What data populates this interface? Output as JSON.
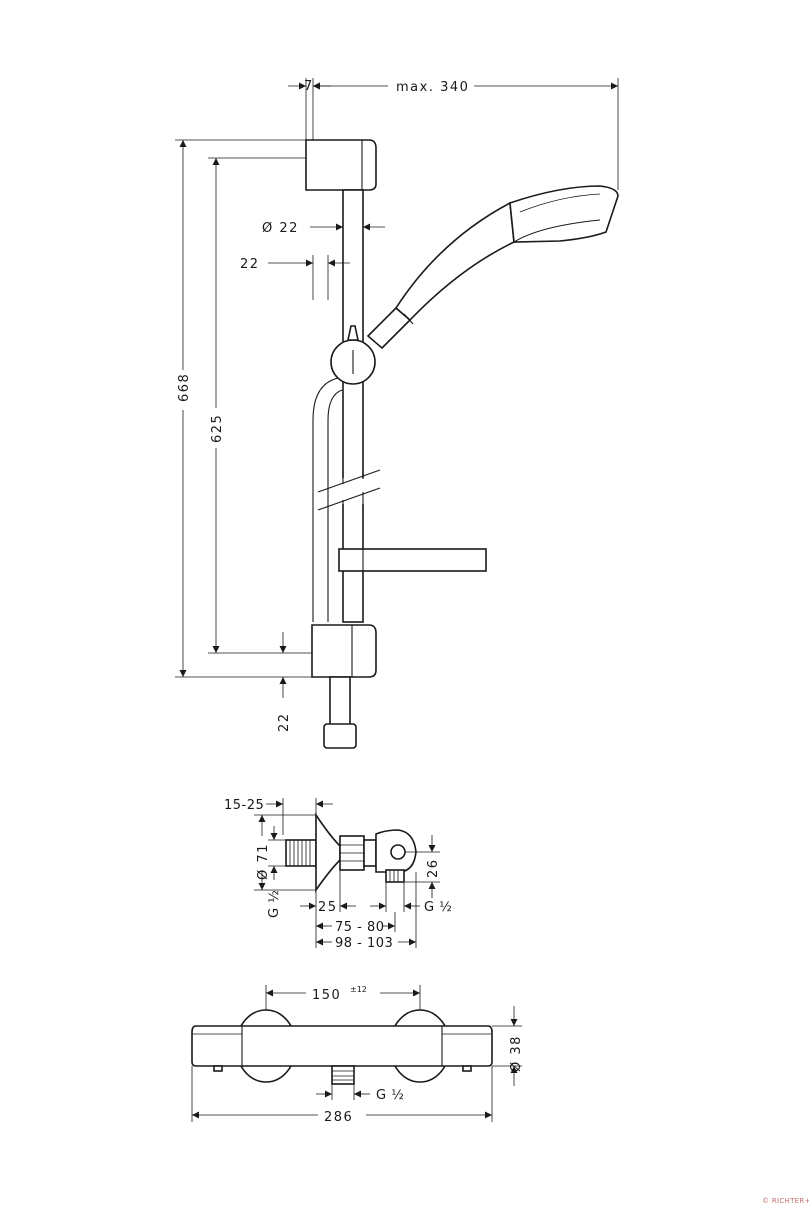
{
  "diagram": {
    "shower_set": {
      "dim_width_max": "max. 340",
      "dim_top_offset": "7",
      "dim_rail_diameter": "Ø 22",
      "dim_hose_offset": "22",
      "dim_total_height": "668",
      "dim_fixing_distance": "625",
      "dim_bottom_offset": "22"
    },
    "connector": {
      "dim_wall_depth": "15-25",
      "dim_rosette_diameter": "Ø 71",
      "dim_inlet_thread": "G ½",
      "dim_height": "26",
      "dim_25": "25",
      "dim_outlet_thread": "G ½",
      "dim_75_80": "75 - 80",
      "dim_98_103": "98 - 103"
    },
    "mixer": {
      "dim_center_distance": "150",
      "dim_tolerance": "±12",
      "dim_diameter": "Ø 38",
      "dim_outlet_thread": "G ½",
      "dim_total_width": "286"
    },
    "watermark": "© RICHTER+FRENZEL"
  }
}
